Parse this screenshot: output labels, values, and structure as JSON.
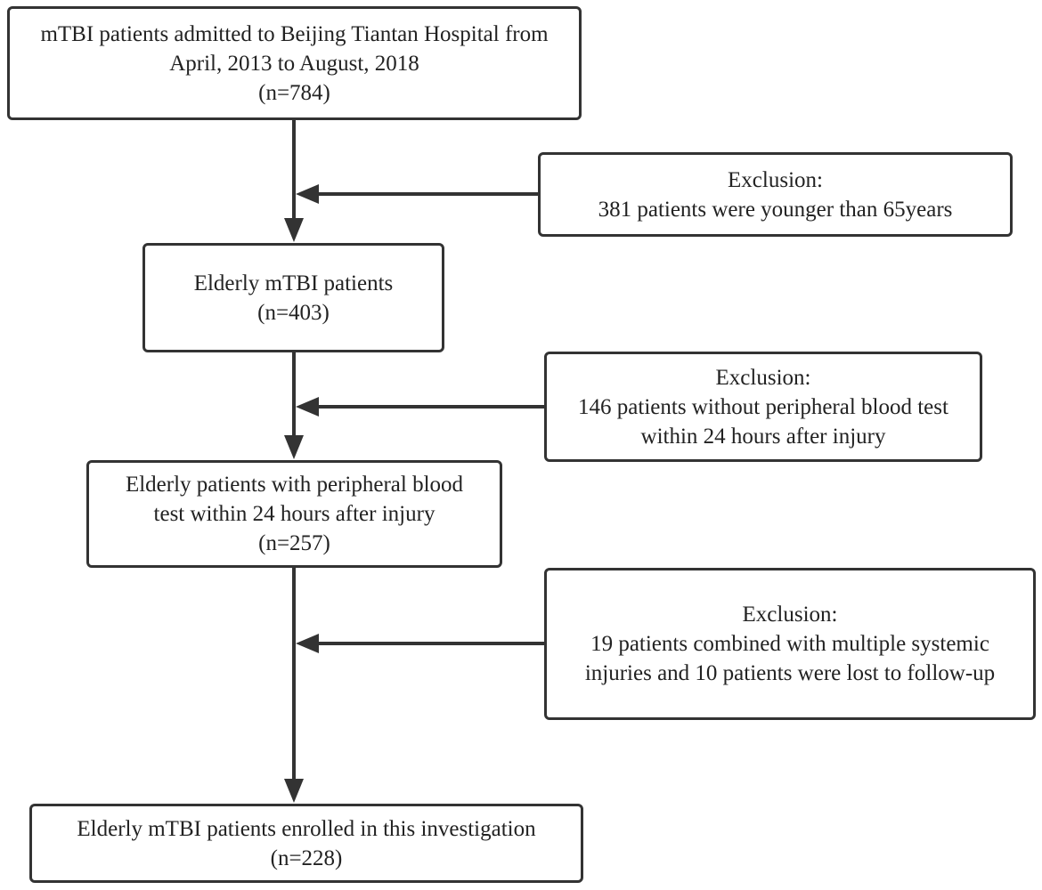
{
  "flowchart": {
    "steps": [
      {
        "lines": [
          "mTBI patients admitted to Beijing Tiantan Hospital from",
          "April, 2013 to August, 2018",
          "(n=784)"
        ]
      },
      {
        "lines": [
          "Elderly mTBI patients",
          "(n=403)"
        ]
      },
      {
        "lines": [
          "Elderly patients with peripheral blood",
          "test within 24 hours after injury",
          "(n=257)"
        ]
      },
      {
        "lines": [
          "Elderly mTBI patients enrolled in this investigation",
          "(n=228)"
        ]
      }
    ],
    "exclusions": [
      {
        "lines": [
          "Exclusion:",
          "381 patients were younger than 65years"
        ]
      },
      {
        "lines": [
          "Exclusion:",
          "146 patients without peripheral blood test",
          "within 24 hours after injury"
        ]
      },
      {
        "lines": [
          "Exclusion:",
          "19 patients combined with multiple systemic",
          "injuries and 10 patients were lost to follow-up"
        ]
      }
    ]
  },
  "colors": {
    "stroke": "#333333",
    "text": "#222222",
    "background": "#ffffff"
  }
}
